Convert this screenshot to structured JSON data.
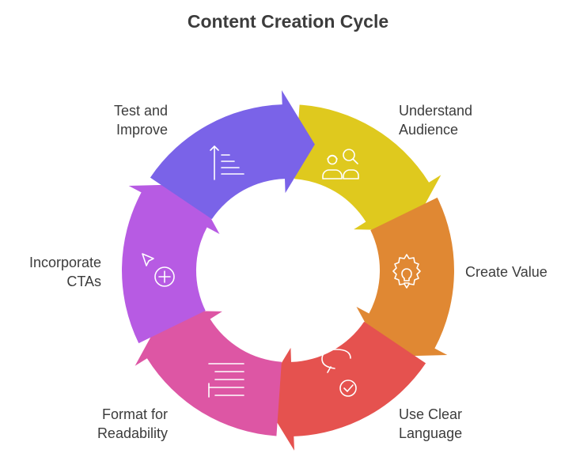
{
  "title": "Content Creation Cycle",
  "steps": [
    {
      "id": "understand-audience",
      "lines": [
        "Understand",
        "Audience"
      ],
      "color": "#DFC91E",
      "icon": "people-search-icon"
    },
    {
      "id": "create-value",
      "lines": [
        "Create Value"
      ],
      "color": "#E08833",
      "icon": "gear-bulb-icon"
    },
    {
      "id": "use-clear-language",
      "lines": [
        "Use Clear",
        "Language"
      ],
      "color": "#E5524F",
      "icon": "chat-check-icon"
    },
    {
      "id": "format-for-readability",
      "lines": [
        "Format for",
        "Readability"
      ],
      "color": "#DD56A4",
      "icon": "list-lines-icon"
    },
    {
      "id": "incorporate-ctas",
      "lines": [
        "Incorporate",
        "CTAs"
      ],
      "color": "#B75BE3",
      "icon": "cursor-plus-icon"
    },
    {
      "id": "test-and-improve",
      "lines": [
        "Test and",
        "Improve"
      ],
      "color": "#7A63E8",
      "icon": "sort-ascending-icon"
    }
  ]
}
